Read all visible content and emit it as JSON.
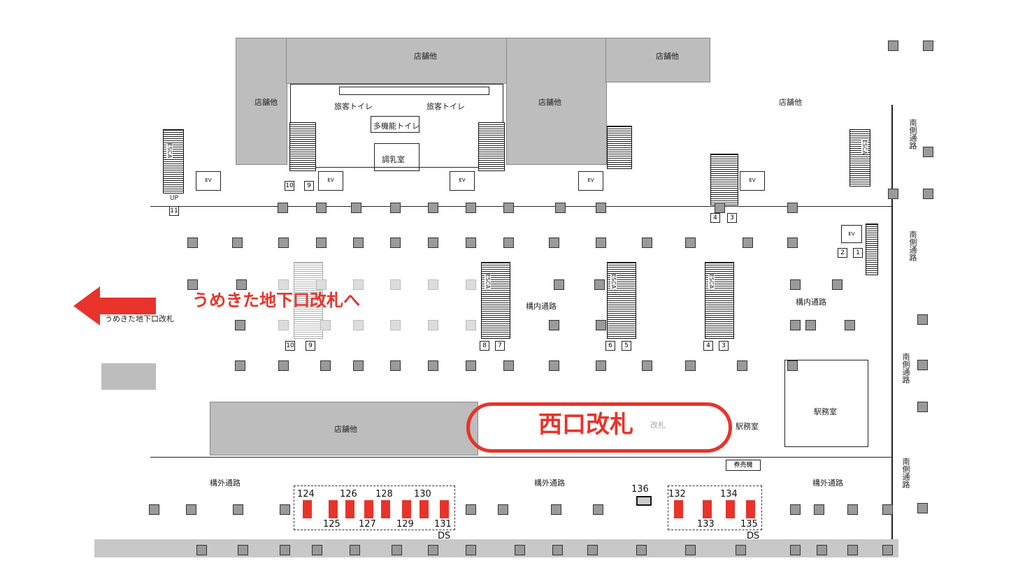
{
  "labels": {
    "shop": "店舗他",
    "toilet": "旅客トイレ",
    "multi_toilet": "多機能トイレ",
    "nursing_room": "調乳室",
    "inner_passage": "構内通路",
    "outer_passage": "構外通路",
    "south_passage": "南側通路",
    "station_office": "駅務室",
    "ticket_machine": "券売機",
    "umekita_gate_small": "うめきた地下口改札",
    "gate_small": "改札",
    "up": "UP",
    "ev": "EV",
    "esca": "ESCA"
  },
  "callouts": {
    "umekita": "うめきた地下口改札へ",
    "west_gate": "西口改札"
  },
  "escalator_numbers": [
    "11",
    "10",
    "9",
    "8",
    "7",
    "6",
    "5",
    "4",
    "3",
    "2",
    "1"
  ],
  "ads": {
    "group1": [
      "124",
      "125",
      "126",
      "127",
      "128",
      "129",
      "130",
      "131"
    ],
    "group2": [
      "132",
      "133",
      "134",
      "135"
    ],
    "single": "136",
    "ds": "DS"
  },
  "colors": {
    "accent": "#e8332a",
    "shop": "#bdbdbd",
    "pillar": "#9a9a9a"
  }
}
